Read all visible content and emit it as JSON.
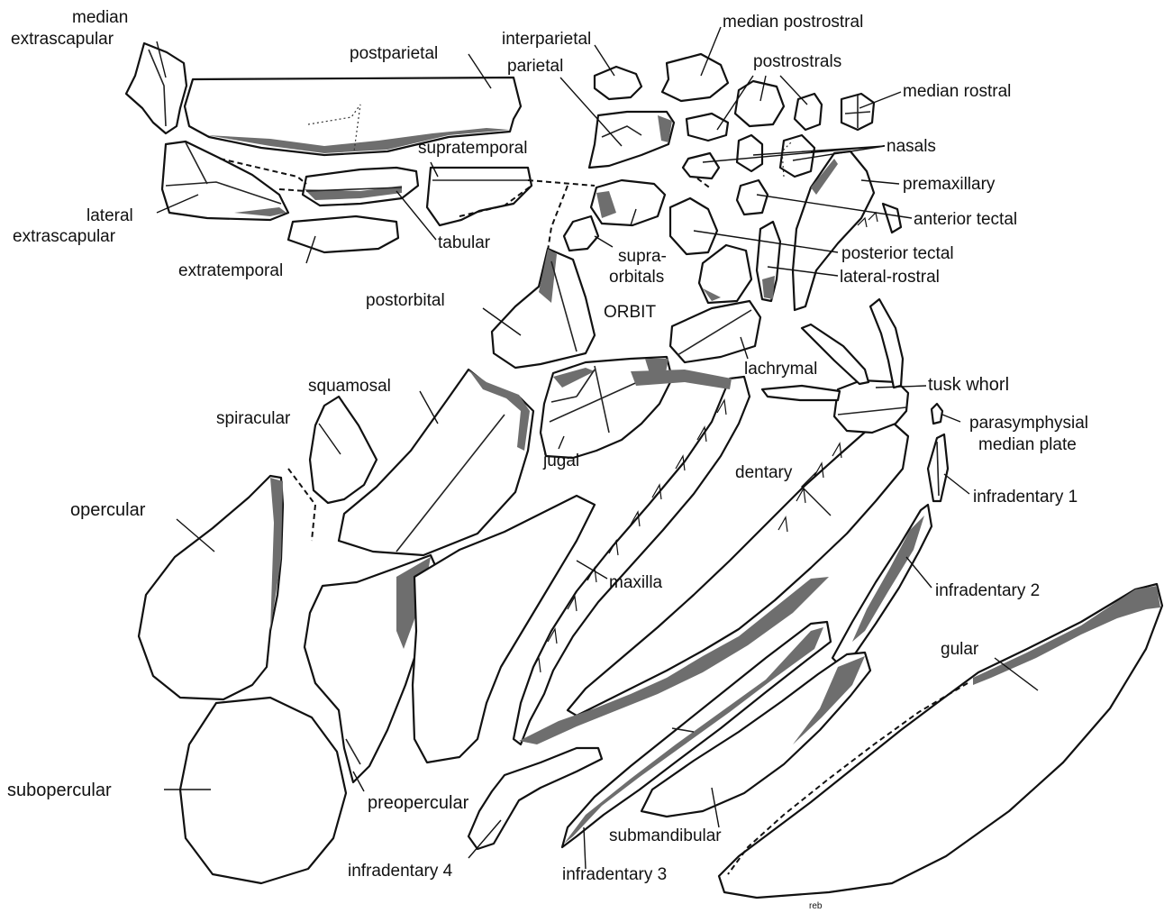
{
  "labels": {
    "median_extrascapular": [
      "median",
      "extrascapular"
    ],
    "postparietal": "postparietal",
    "interparietal": "interparietal",
    "parietal": "parietal",
    "median_postrostral": "median postrostral",
    "postrostrals": "postrostrals",
    "median_rostral": "median rostral",
    "nasals": "nasals",
    "supratemporal": "supratemporal",
    "premaxillary": "premaxillary",
    "anterior_tectal": "anterior tectal",
    "lateral_extrascapular": [
      "lateral",
      "extrascapular"
    ],
    "tabular": "tabular",
    "extratemporal": "extratemporal",
    "supraorbitals": [
      "supra-",
      "orbitals"
    ],
    "posterior_tectal": "posterior tectal",
    "lateral_rostral": "lateral-rostral",
    "postorbital": "postorbital",
    "orbit": "ORBIT",
    "lachrymal": "lachrymal",
    "tusk_whorl": "tusk whorl",
    "squamosal": "squamosal",
    "spiracular": "spiracular",
    "parasymphysial": [
      "parasymphysial",
      "median plate"
    ],
    "jugal": "jugal",
    "dentary": "dentary",
    "infradentary_1": "infradentary 1",
    "opercular": "opercular",
    "maxilla": "maxilla",
    "infradentary_2": "infradentary 2",
    "gular": "gular",
    "subopercular": "subopercular",
    "preopercular": "preopercular",
    "submandibular": "submandibular",
    "infradentary_4": "infradentary 4",
    "infradentary_3": "infradentary 3",
    "signature": "reb"
  }
}
